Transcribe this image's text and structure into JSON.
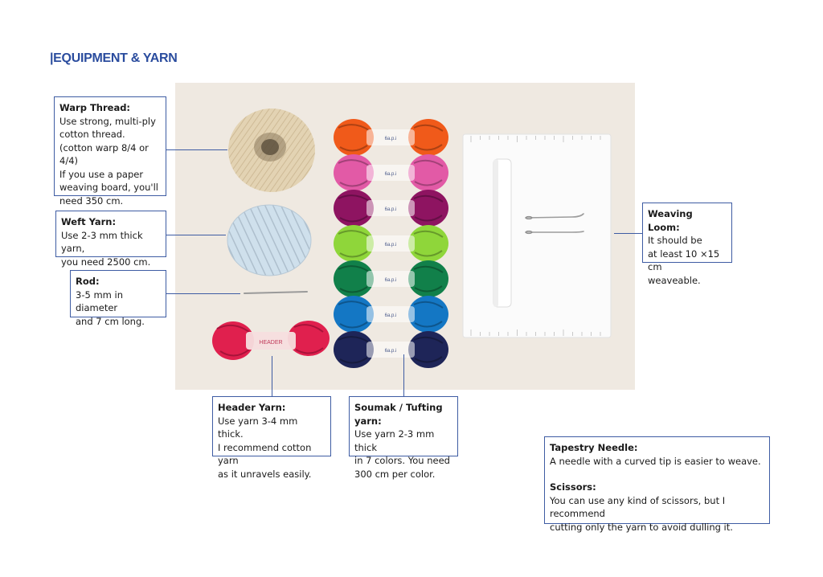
{
  "page": {
    "title": "|EQUIPMENT & YARN"
  },
  "skein_label": "6a.p.i",
  "header_label": "HEADER",
  "callouts": {
    "warp": {
      "heading": "Warp Thread:",
      "text": "Use strong, multi-ply\ncotton thread.\n(cotton warp 8/4 or 4/4)\nIf you use a paper\nweaving board, you'll\nneed 350 cm."
    },
    "weft": {
      "heading": "Weft Yarn:",
      "text": "Use 2-3 mm thick yarn,\nyou need 2500 cm."
    },
    "rod": {
      "heading": "Rod:",
      "text": "3-5 mm in diameter\nand 7 cm long."
    },
    "loom": {
      "heading": "Weaving Loom:",
      "text": "It should be\nat least 10 ×15 cm\nweaveable."
    },
    "header_yarn": {
      "heading": "Header Yarn:",
      "text": "Use yarn 3-4 mm thick.\nI recommend cotton yarn\nas it unravels easily."
    },
    "soumak": {
      "heading": "Soumak / Tufting yarn:",
      "text": "Use yarn 2-3 mm thick\nin 7 colors. You need\n300 cm per color."
    },
    "needle": {
      "heading": "Tapestry Needle:",
      "text": "A needle with a curved tip is easier to weave."
    },
    "scissors": {
      "heading": "Scissors:",
      "text": "You can use any kind of scissors, but I recommend\ncutting only the yarn to avoid dulling it."
    }
  },
  "colors": {
    "accent": "#3e5ca3",
    "title": "#2a4c9e",
    "photo_bg": "#efe9e1",
    "skeins": [
      "#f05a1a",
      "#e25aa6",
      "#8e1461",
      "#8fd63a",
      "#11804a",
      "#1477c4",
      "#1e2558"
    ],
    "header_yarn": "#e0204e",
    "warp_cotton": "#e3d3b3",
    "weft_yarn": "#cfe0ec"
  }
}
